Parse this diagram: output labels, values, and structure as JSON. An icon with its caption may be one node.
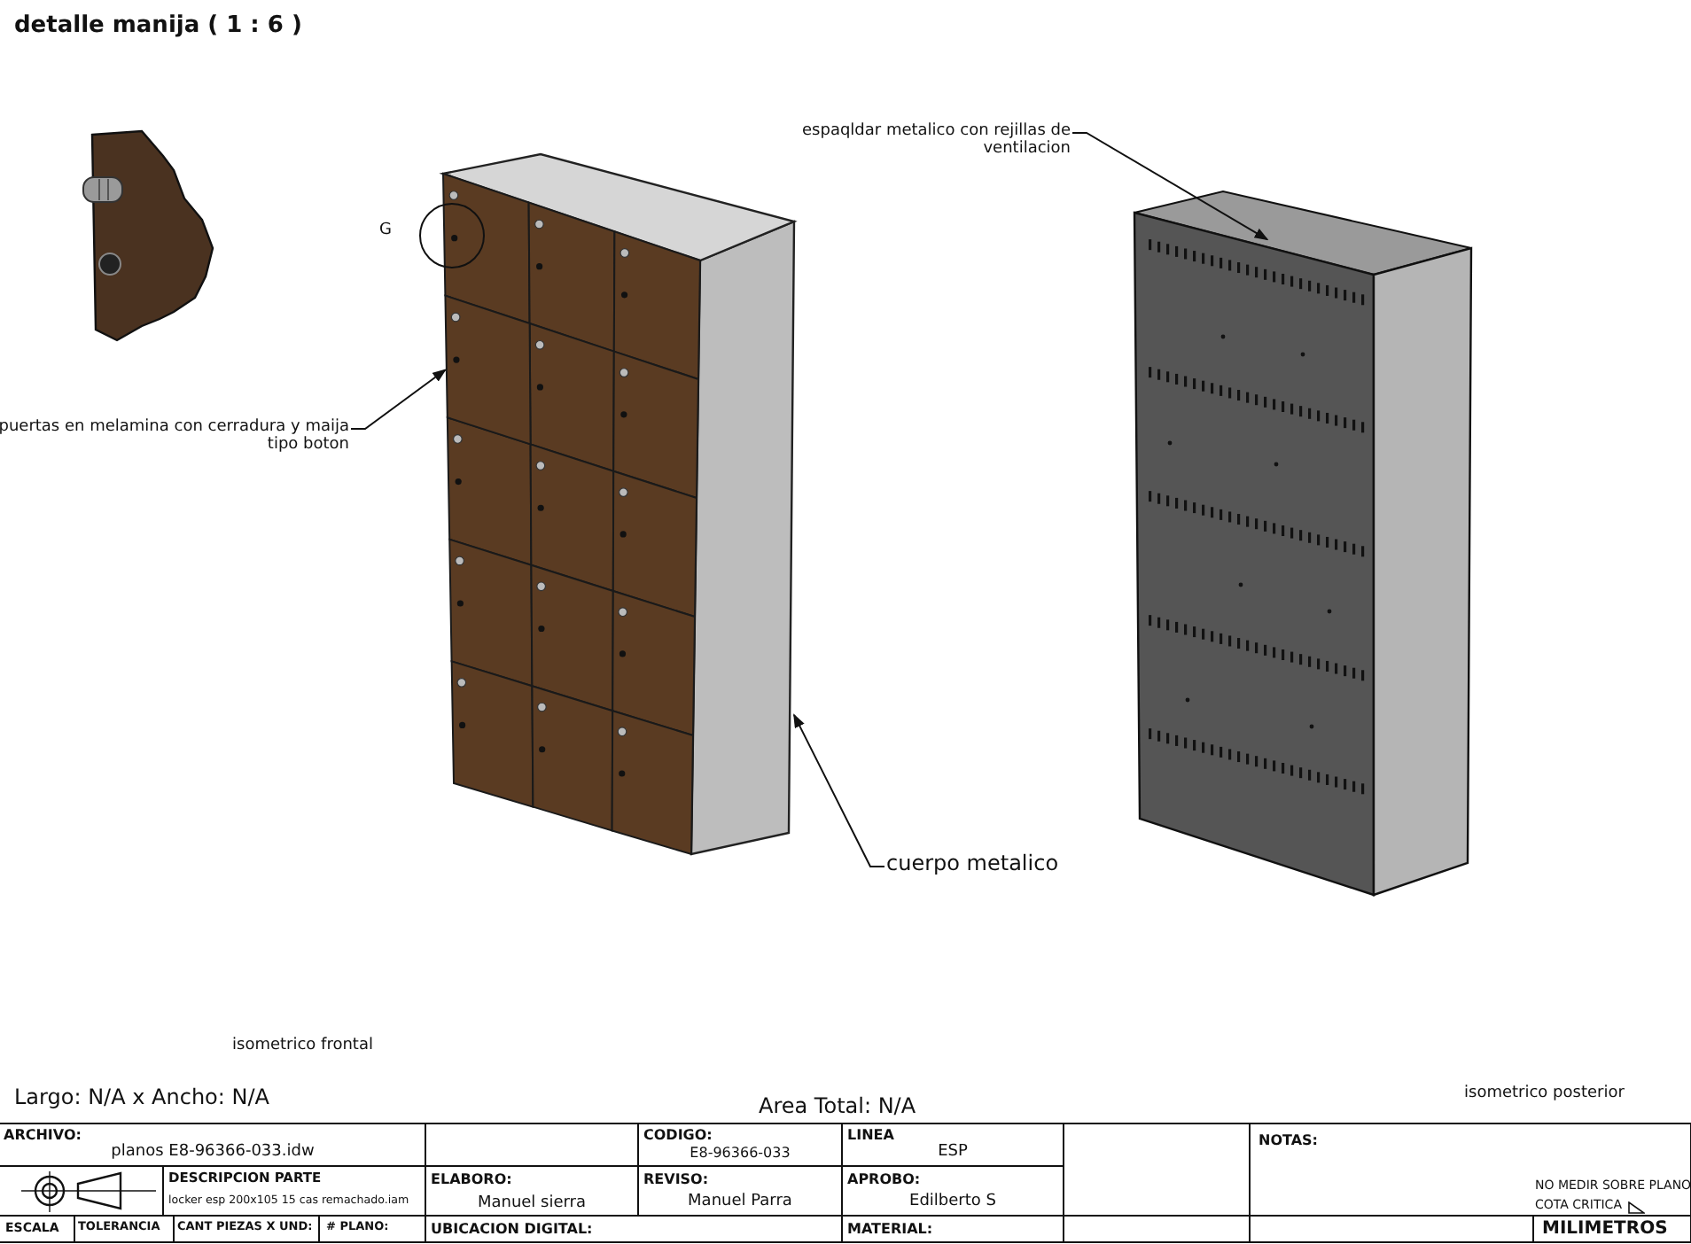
{
  "diagram": {
    "nodes": [
      {
        "text": [
          "puertas en melamina con cerradura y maija tipo boton"
        ]
      },
      {
        "text": [],
        "shape": "box"
      },
      {
        "text": [
          "cuerpo metalico"
        ]
      },
      {
        "text": [],
        "shape": "box"
      },
      {
        "text": [
          "espaqldar metalico con rejillas de ventilacion"
        ]
      },
      {
        "text": [],
        "shape": "picture"
      }
    ],
    "edges": [
      {
        "from": 0,
        "to": 1,
        "arrow": "to"
      },
      {
        "from": 2,
        "to": 3,
        "arrow": "to"
      },
      {
        "from": 4,
        "to": 5,
        "arrow": "to"
      }
    ],
    "labels": [
      "detalle manija ( 1 : 6 )",
      "G",
      "isometrico frontal",
      "Largo: N/A x Ancho: N/A",
      "Area Total: N/A",
      "isometrico posterior",
      "ARCHIVO:",
      "planos E8-96366-033.idw",
      "CODIGO:",
      "E8-96366-033",
      "LINEA",
      "ESP",
      "NOTAS:",
      "DESCRIPCION PARTE",
      "locker esp 200x105 15 cas remachado.iam",
      "ELABORO:",
      "Manuel sierra",
      "REVISO:",
      "Manuel Parra",
      "APROBO:",
      "Edilberto S",
      "NO MEDIR SOBRE PLANO",
      "COTA CRITICA",
      "ESCALA",
      "TOLERANCIA",
      "CANT PIEZAS X UND:",
      "# PLANO:",
      "UBICACION DIGITAL:",
      "MATERIAL:",
      "MILIMETROS"
    ]
  }
}
